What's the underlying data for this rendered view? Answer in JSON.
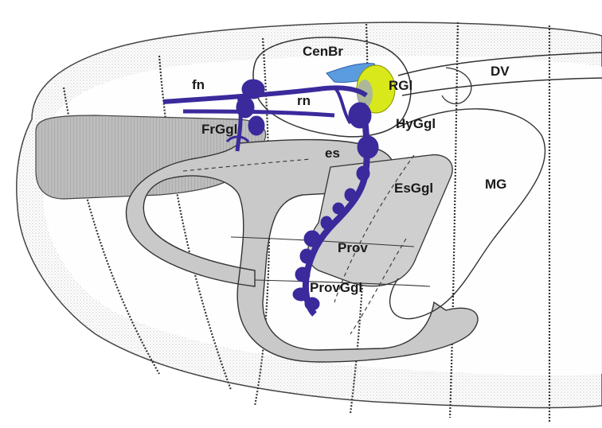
{
  "labels": {
    "cenbr": "CenBr",
    "dv": "DV",
    "fn": "fn",
    "rn": "rn",
    "rgl": "RGl",
    "frggl": "FrGgl",
    "hyggl": "HyGgl",
    "es": "es",
    "esggl": "EsGgl",
    "mg": "MG",
    "prov": "Prov",
    "provggl": "ProvGgl"
  },
  "colors": {
    "nerve": "#3a2a9c",
    "ring_gland": "#d8e81a",
    "ring_gland_blue": "#5b9be0",
    "gut_fill": "#c9c9c9",
    "outline": "#2a2a2a"
  }
}
